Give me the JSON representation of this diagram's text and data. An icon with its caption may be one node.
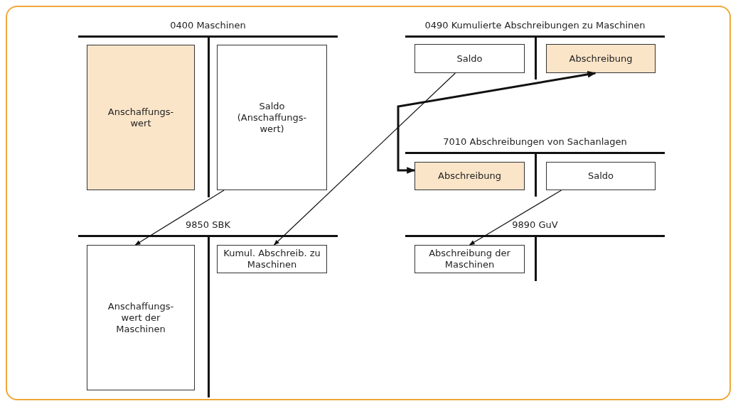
{
  "diagram": {
    "nodes": [
      {
        "text": [
          "0400 Maschinen"
        ]
      },
      {
        "text": [
          "Anschaffungs-wert"
        ],
        "in": 0
      },
      {
        "text": [
          "Saldo (Anschaffungs-wert)"
        ],
        "in": 0
      },
      {
        "text": [
          "0490 Kumulierte Abschreibungen zu Maschinen"
        ]
      },
      {
        "text": [
          "Saldo"
        ],
        "in": 3
      },
      {
        "text": [
          "Abschreibung"
        ],
        "in": 3
      },
      {
        "text": [
          "7010 Abschreibungen von Sachanlagen"
        ]
      },
      {
        "text": [
          "Abschreibung"
        ],
        "in": 6
      },
      {
        "text": [
          "Saldo"
        ],
        "in": 6
      },
      {
        "text": [
          "9850 SBK"
        ]
      },
      {
        "text": [
          "Anschaffungs-wert der Maschinen"
        ],
        "in": 9
      },
      {
        "text": [
          "Kumul. Abschreib. zu Maschinen"
        ],
        "in": 9
      },
      {
        "text": [
          "9890 GuV"
        ]
      },
      {
        "text": [
          "Abschreibung der Maschinen"
        ],
        "in": 12
      }
    ],
    "edges": [
      {
        "from": 2,
        "to": 10,
        "arrow": "to"
      },
      {
        "from": 4,
        "to": 11,
        "arrow": "to"
      },
      {
        "from": 7,
        "to": 5,
        "arrow": "both",
        "style": "thick"
      },
      {
        "from": 8,
        "to": 13,
        "arrow": "to"
      }
    ]
  }
}
